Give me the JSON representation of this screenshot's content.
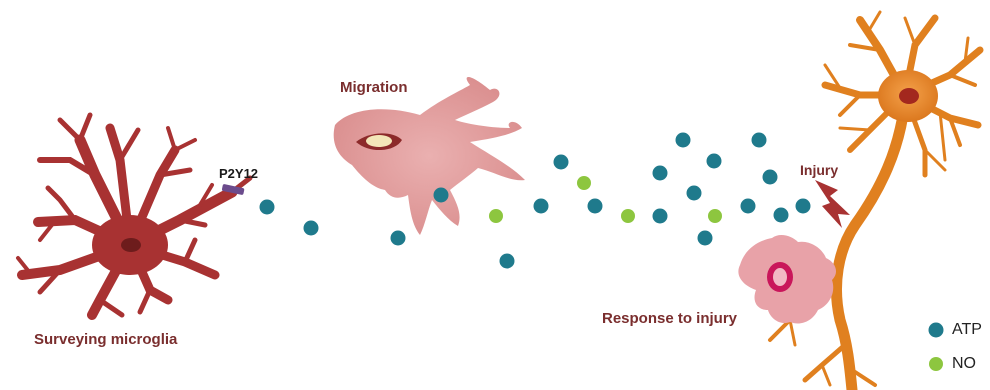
{
  "labels": {
    "surveying": "Surveying microglia",
    "receptor": "P2Y12",
    "migration": "Migration",
    "injury": "Injury",
    "response": "Response to injury"
  },
  "legend": [
    {
      "name": "ATP",
      "color": "#1f7a8c"
    },
    {
      "name": "NO",
      "color": "#8dc63f"
    }
  ],
  "colors": {
    "microglia": "#a83232",
    "migrating_cell": "#e0a0a0",
    "responding_cell": "#e8a2a8",
    "neuron": "#e8862a",
    "label_text": "#7a2e2e",
    "atp": "#1f7a8c",
    "no": "#8dc63f",
    "receptor": "#6b4b8c"
  },
  "icons": [
    "microglia-cell",
    "migrating-microglia",
    "neuron",
    "lightning-bolt",
    "responding-microglia"
  ]
}
